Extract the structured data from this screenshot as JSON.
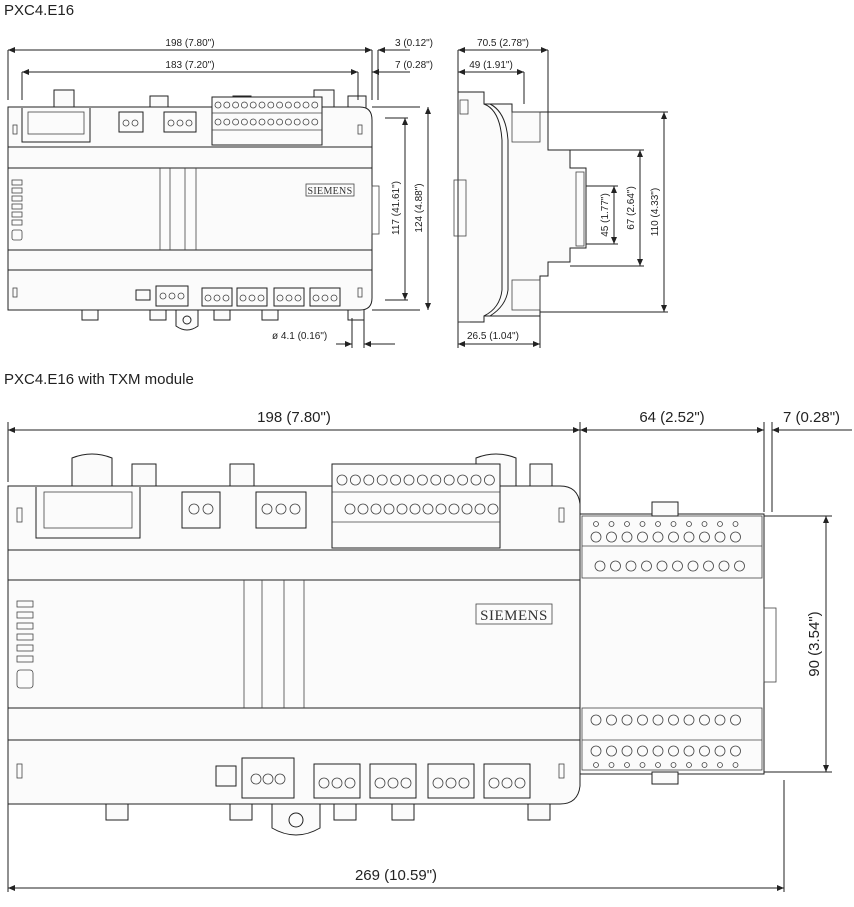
{
  "headings": {
    "top": "PXC4.E16",
    "bottom": "PXC4.E16 with TXM module"
  },
  "brand": "SIEMENS",
  "top_view": {
    "front": {
      "width_overall": "198 (7.80\")",
      "width_mount": "183 (7.20\")",
      "offset_a": "3 (0.12\")",
      "offset_b": "7 (0.28\")",
      "height_mount": "117 (41.61\")",
      "height_overall": "124 (4.88\")",
      "hole": "ø 4.1 (0.16\")"
    },
    "side": {
      "depth_overall": "70.5 (2.78\")",
      "depth_body": "49 (1.91\")",
      "h_45": "45 (1.77\")",
      "h_67": "67 (2.64\")",
      "h_110": "110 (4.33\")",
      "rail_depth": "26.5 (1.04\")"
    }
  },
  "bottom_view": {
    "width_controller": "198 (7.80\")",
    "width_txm": "64 (2.52\")",
    "width_gap": "7 (0.28\")",
    "height_txm": "90 (3.54\")",
    "width_total": "269 (10.59\")"
  }
}
